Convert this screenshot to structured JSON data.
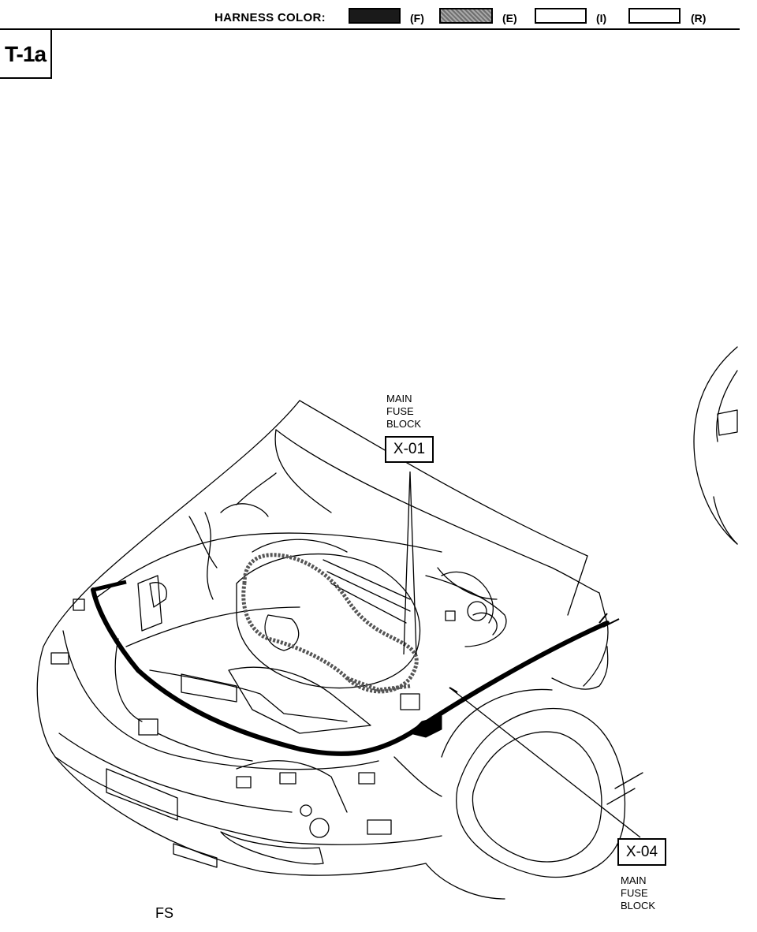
{
  "header": {
    "legend_title": "HARNESS COLOR:",
    "harness_colors": [
      {
        "code": "(F)",
        "fill": "#1a1a1a",
        "name": "dark-fill-swatch"
      },
      {
        "code": "(E)",
        "fill": "#8c8c8c",
        "name": "gray-fill-swatch"
      },
      {
        "code": "(I)",
        "fill": "#ffffff",
        "name": "white-fill-swatch"
      },
      {
        "code": "(R)",
        "fill": "#ffffff",
        "name": "white-fill-swatch"
      }
    ]
  },
  "page_tab": "T-1a",
  "callouts": [
    {
      "lines": [
        "MAIN",
        "FUSE",
        "BLOCK"
      ],
      "code": "X-01"
    },
    {
      "lines": [
        "MAIN",
        "FUSE",
        "BLOCK"
      ],
      "code": "X-04"
    }
  ],
  "footer": {
    "code": "FS"
  }
}
